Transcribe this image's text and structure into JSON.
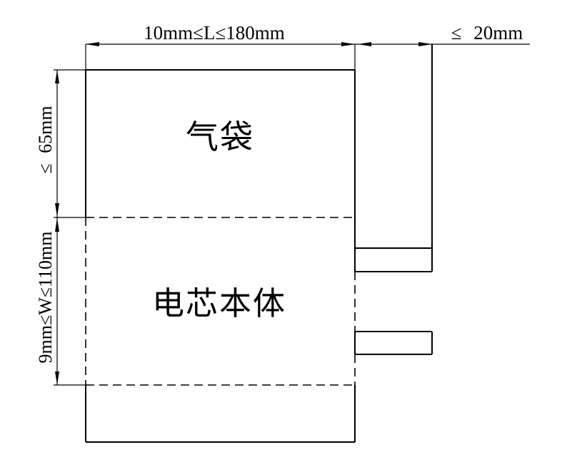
{
  "drawing": {
    "background_color": "#ffffff",
    "line_color": "#000000",
    "labels": {
      "gas_bag": "气袋",
      "cell_body": "电芯本体"
    },
    "dimensions": {
      "length_range": "10mm≤L≤180mm",
      "tab_area_max": "≤ 20mm",
      "gas_bag_max_height": "≤ 65mm",
      "width_range": "9mm≤W≤110mm"
    }
  }
}
